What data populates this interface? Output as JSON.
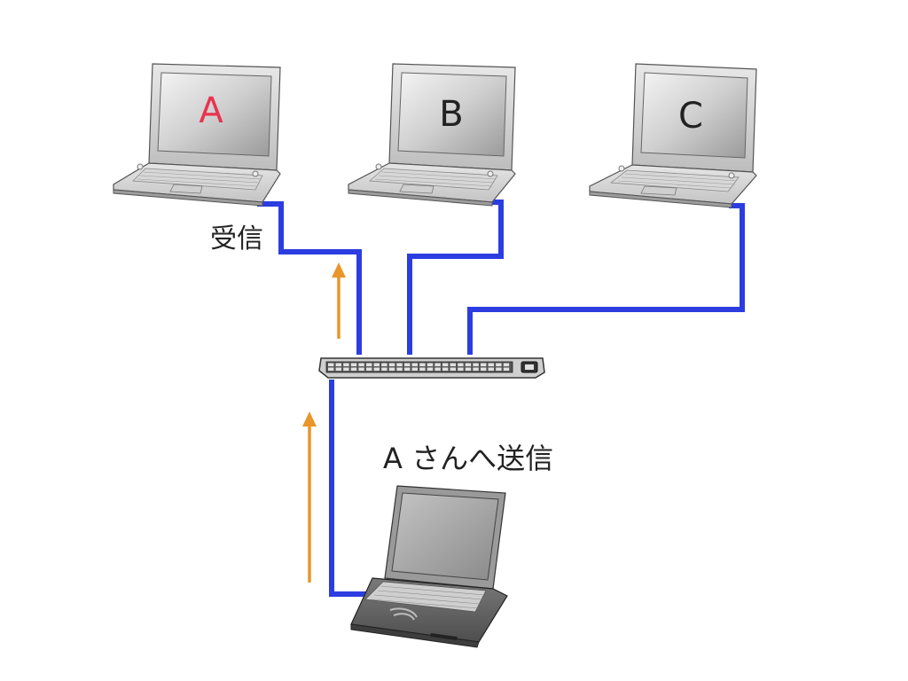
{
  "laptops": [
    {
      "label": "A",
      "label_color": "#e8344e"
    },
    {
      "label": "B",
      "label_color": "#222222"
    },
    {
      "label": "C",
      "label_color": "#222222"
    }
  ],
  "receive_label": "受信",
  "send_label": "A さんへ送信",
  "colors": {
    "cable": "#2b3de0",
    "arrow": "#e8962a"
  }
}
